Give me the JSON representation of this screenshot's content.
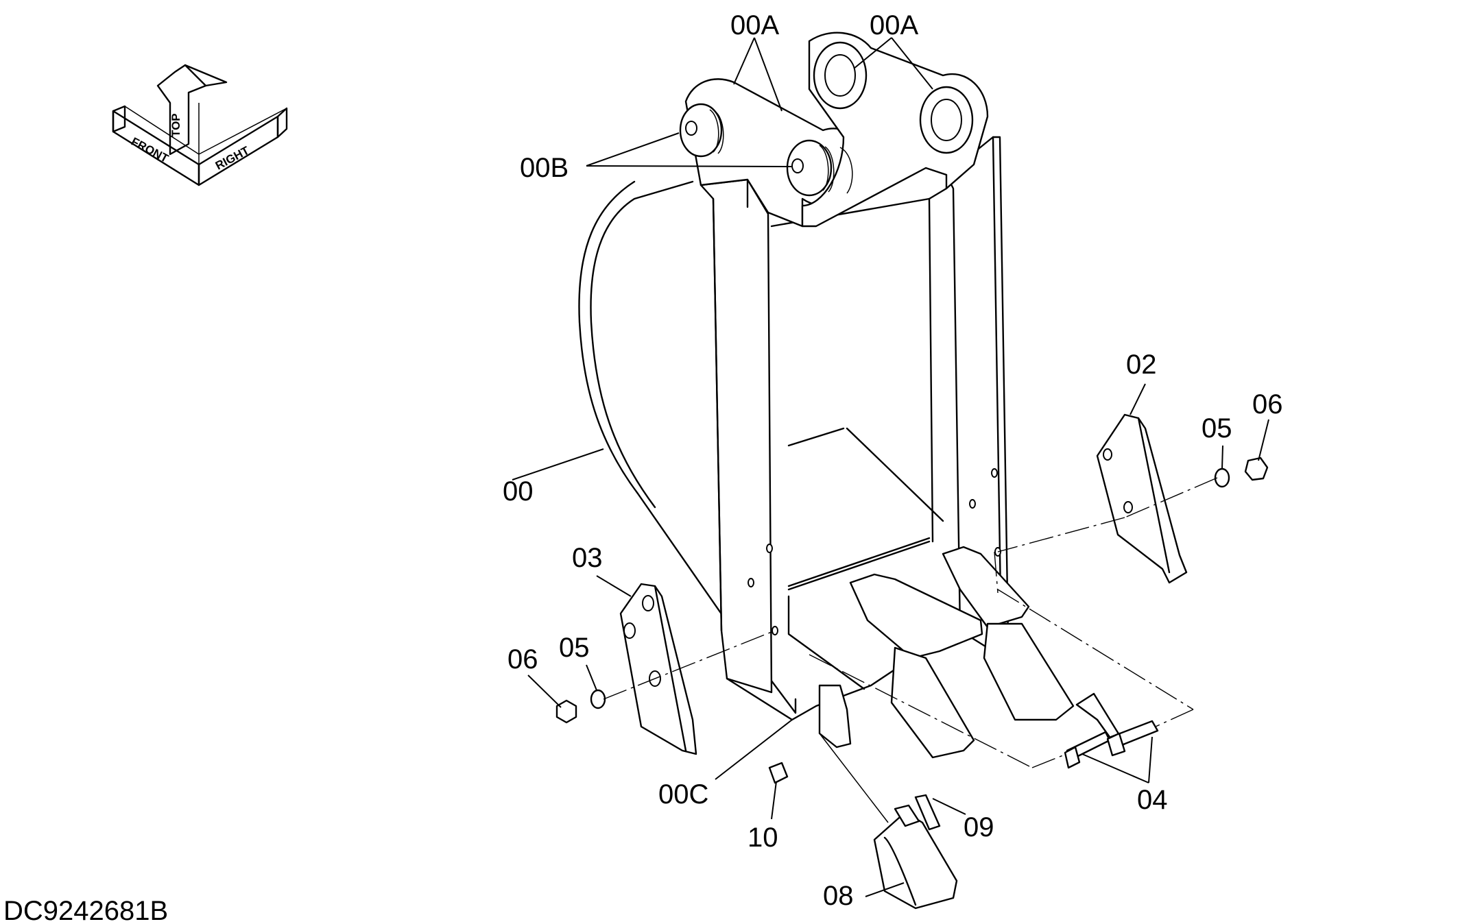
{
  "orientation": {
    "front": "FRONT",
    "top": "TOP",
    "right": "RIGHT"
  },
  "labels": {
    "part_00": "00",
    "part_00A_left": "00A",
    "part_00A_right": "00A",
    "part_00B": "00B",
    "part_00C": "00C",
    "part_02": "02",
    "part_03": "03",
    "part_04": "04",
    "part_05_right": "05",
    "part_05_left": "05",
    "part_06_right": "06",
    "part_06_left": "06",
    "part_08": "08",
    "part_09": "09",
    "part_10": "10"
  },
  "drawing_number": "DC9242681B"
}
